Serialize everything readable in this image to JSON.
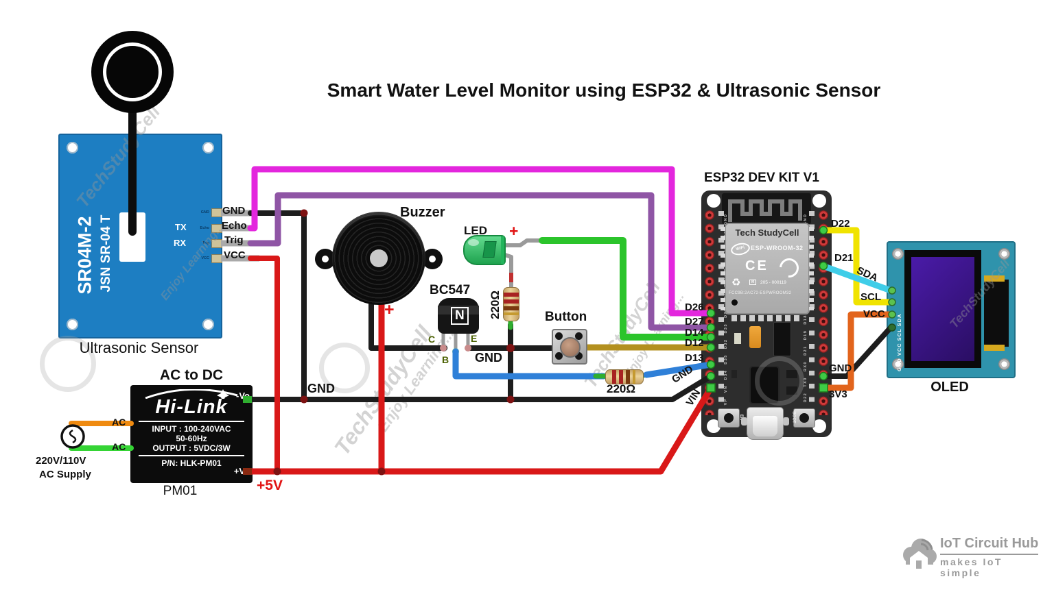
{
  "title": "Smart Water Level Monitor using ESP32 & Ultrasonic Sensor",
  "sensor": {
    "board_line1": "SR04M-2",
    "board_line2": "JSN SR-04 T",
    "tx": "TX",
    "rx": "RX",
    "pad_gnd": "GND",
    "pad_echo": "Echo",
    "pad_trig": "Trig",
    "pad_vcc": "VCC",
    "pin_gnd": "GND",
    "pin_echo": "Echo",
    "pin_trig": "Trig",
    "pin_vcc": "VCC",
    "caption": "Ultrasonic Sensor"
  },
  "buzzer": {
    "label": "Buzzer",
    "plus": "+"
  },
  "led": {
    "label": "LED",
    "plus": "+"
  },
  "transistor": {
    "label": "BC547",
    "n": "N",
    "c": "C",
    "b": "B",
    "e": "E"
  },
  "resistors": {
    "led_resistor": "220Ω",
    "button_resistor": "220Ω"
  },
  "push_button": {
    "label": "Button"
  },
  "wire_labels": {
    "gnd_mid": "GND",
    "gnd_bus": "GND",
    "d26": "D26",
    "d27": "D27",
    "d14": "D14",
    "d12": "D12",
    "d13": "D13",
    "gnd_left": "GND",
    "vin": "VIN",
    "d22": "D22",
    "d21": "D21",
    "sda": "SDA",
    "scl": "SCL",
    "vcc_oled": "VCC",
    "gnd_oled": "GND",
    "v33": "3V3",
    "plus5v": "+5V"
  },
  "esp32": {
    "title": "ESP32 DEV KIT V1",
    "brand": "Tech StudyCell",
    "wifi": "WiFi",
    "module": "ESP-WROOM-32",
    "ce": "CE",
    "reg": "R",
    "reg_num": "205 - 000119",
    "fcc": "FCC9B:2AC72-ESPWROOM32",
    "en": "EN",
    "boot": "BOOT",
    "left_silk": "EN VP VN D34 D35 D32 D33 D25 D26 D27 D14 D12 D13 GND VIN",
    "right_silk": "D23 D22 TX0 RX0 D21 D19 D18 D5 TX2 RX2 D4 D2 D15 GND 3V3"
  },
  "oled": {
    "caption": "OLED",
    "pin_strip": "GND VCC SCL SDA"
  },
  "psu": {
    "caption_top": "AC to DC",
    "brand": "Hi-Link",
    "input": "INPUT : 100-240VAC",
    "freq": "50-60Hz",
    "output": "OUTPUT : 5VDC/3W",
    "pn": "P/N: HLK-PM01",
    "neg": "-Vo",
    "pos": "+Vo",
    "caption_bottom": "PM01",
    "ac_top": "AC",
    "ac_bottom": "AC",
    "supply_line1": "220V/110V",
    "supply_line2": "AC Supply"
  },
  "watermark": {
    "brand": "TechStudyCell",
    "tagline": "Enjoy Learning..."
  },
  "logo": {
    "name": "IoT Circuit Hub",
    "tagline": "makes IoT simple"
  },
  "colors": {
    "magenta": "#e326dd",
    "purple": "#8f55a5",
    "green": "#2bc42b",
    "olive": "#b3901f",
    "blue": "#2f80d8",
    "black": "#1d1d1d",
    "red": "#d91818",
    "yellow": "#f0e300",
    "cyan": "#3fcde8",
    "orange": "#e2641c",
    "sensor_blue": "#1d7ec2",
    "oled_teal": "#2f93ac",
    "led_green": "#2fbf6b",
    "screen_purple": "#3b1694"
  }
}
